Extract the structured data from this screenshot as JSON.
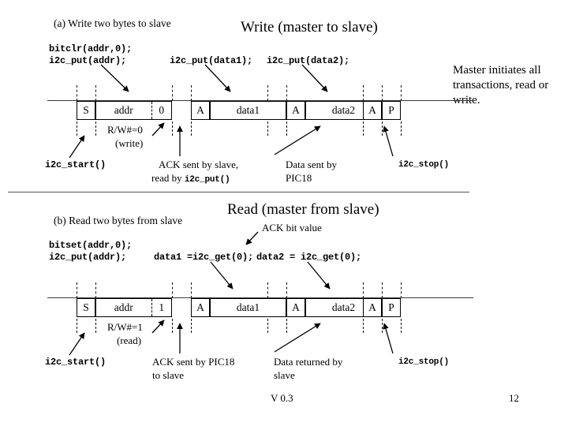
{
  "slide": {
    "footer": {
      "version": "V 0.3",
      "page_number": "12"
    },
    "side_note": "Master initiates all transactions, read or write."
  },
  "write_section": {
    "heading": "Write (master to slave)",
    "caption": "(a) Write two bytes to slave",
    "code": {
      "line1": "bitclr(addr,0);",
      "line2": "i2c_put(addr);",
      "data1_call": "i2c_put(data1);",
      "data2_call": "i2c_put(data2);"
    },
    "frame": {
      "cells": [
        "S",
        "addr",
        "0",
        "A",
        "data1",
        "A",
        "data2",
        "A",
        "P"
      ]
    },
    "annotations": {
      "rw_bit": "R/W#=0",
      "rw_mode": "(write)",
      "start_call": "i2c_start()",
      "ack_line1": "ACK sent by slave,",
      "ack_line2_prefix": "read by",
      "ack_line2_code": "i2c_put()",
      "data_line1": "Data sent by",
      "data_line2": "PIC18",
      "stop_call": "i2c_stop()"
    }
  },
  "read_section": {
    "heading": "Read (master from slave)",
    "caption": "(b) Read two bytes from slave",
    "ack_bit_label": "ACK bit value",
    "code": {
      "line1": "bitset(addr,0);",
      "line2": "i2c_put(addr);",
      "data1_call": "data1 =i2c_get(0);",
      "data2_call": "data2 = i2c_get(0);"
    },
    "frame": {
      "cells": [
        "S",
        "addr",
        "1",
        "A",
        "data1",
        "A",
        "data2",
        "A",
        "P"
      ]
    },
    "annotations": {
      "rw_bit": "R/W#=1",
      "rw_mode": "(read)",
      "start_call": "i2c_start()",
      "ack_line1": "ACK sent by PIC18",
      "ack_line2": "to slave",
      "data_line1": "Data returned by",
      "data_line2": "slave",
      "stop_call": "i2c_stop()"
    }
  }
}
